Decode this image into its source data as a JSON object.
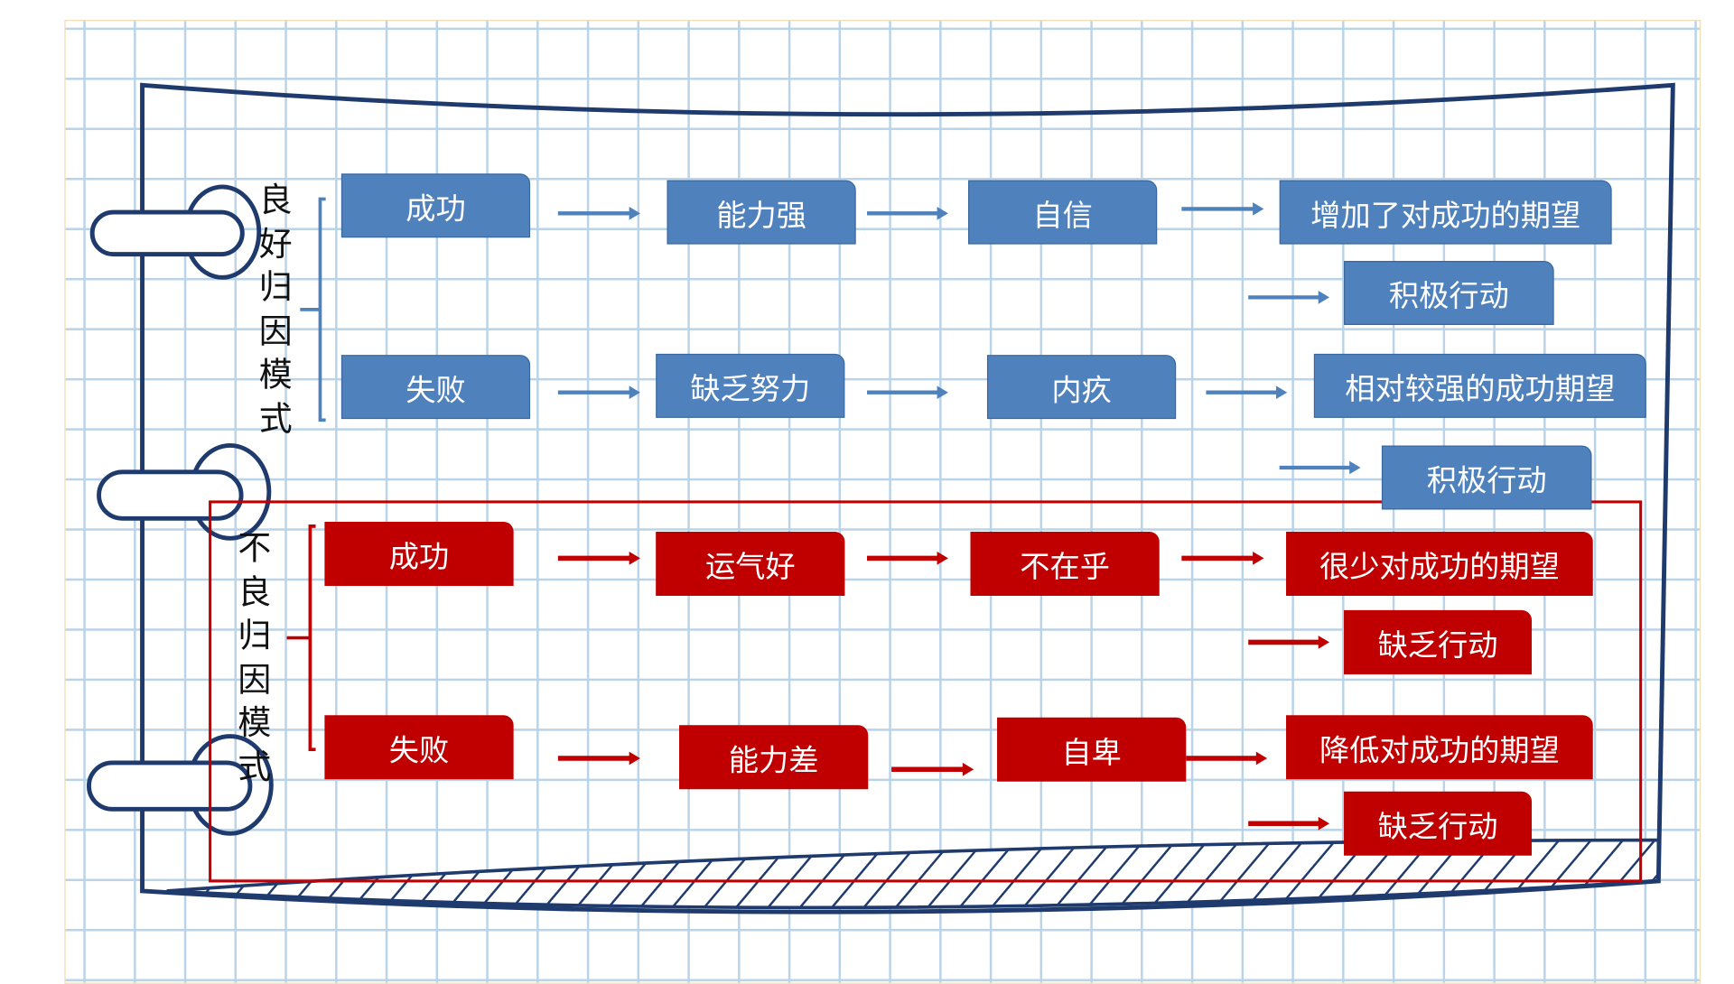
{
  "good_pattern": {
    "label": [
      "良",
      "好",
      "归",
      "因",
      "模",
      "式"
    ],
    "success_row": [
      "成功",
      "能力强",
      "自信",
      "增加了对成功的期望",
      "积极行动"
    ],
    "failure_row": [
      "失败",
      "缺乏努力",
      "内疚",
      "相对较强的成功期望",
      "积极行动"
    ]
  },
  "bad_pattern": {
    "label": [
      "不",
      "良",
      "归",
      "因",
      "模",
      "式"
    ],
    "success_row": [
      "成功",
      "运气好",
      "不在乎",
      "很少对成功的期望",
      "缺乏行动"
    ],
    "failure_row": [
      "失败",
      "能力差",
      "自卑",
      "降低对成功的期望",
      "缺乏行动"
    ]
  },
  "colors": {
    "blue": "#4f81bd",
    "red": "#c00000",
    "frame": "#1f3b6e",
    "grid": "#b9d3e8"
  }
}
